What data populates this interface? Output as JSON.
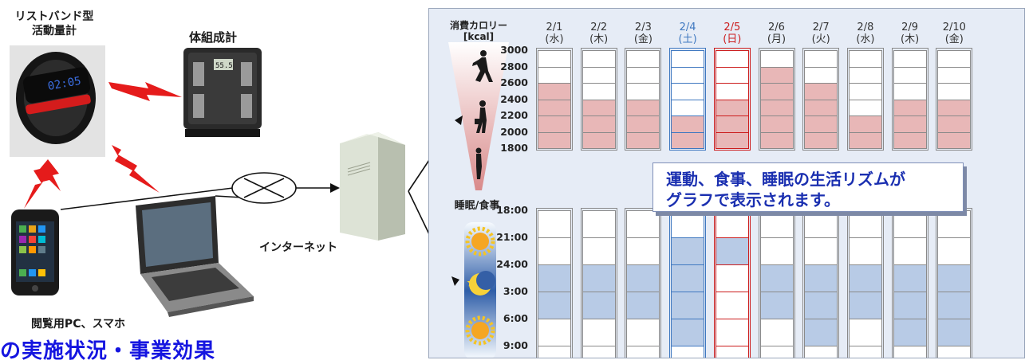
{
  "labels": {
    "wristband": "リストバンド型\n活動量計",
    "body_composition": "体組成計",
    "internet": "インターネット",
    "viewer": "閲覧用PC、スマホ",
    "wristband_display": "02:05",
    "scale_display": "55.5"
  },
  "bottom_title": "の実施状況・事業効果",
  "panel": {
    "calorie_title": "消費カロリー\n[kcal]",
    "sleep_title": "睡眠/食事",
    "callout": "運動、食事、睡眠の生活リズムが\nグラフで表示されます。"
  },
  "colors": {
    "calorie_fill": "#e8b7b7",
    "sleep_fill": "#b8cbe6",
    "sat_border": "#3f78c0",
    "sun_border": "#cc1d1d",
    "callout_text": "#1a2fb0",
    "title_blue": "#1515e0"
  },
  "chart_data": [
    {
      "type": "bar",
      "title": "消費カロリー [kcal]",
      "categories": [
        "2/1(水)",
        "2/2(木)",
        "2/3(金)",
        "2/4(土)",
        "2/5(日)",
        "2/6(月)",
        "2/7(火)",
        "2/8(水)",
        "2/9(木)",
        "2/10(金)"
      ],
      "days": [
        {
          "date": "2/1",
          "dow": "(水)",
          "kind": "weekday"
        },
        {
          "date": "2/2",
          "dow": "(木)",
          "kind": "weekday"
        },
        {
          "date": "2/3",
          "dow": "(金)",
          "kind": "weekday"
        },
        {
          "date": "2/4",
          "dow": "(土)",
          "kind": "sat"
        },
        {
          "date": "2/5",
          "dow": "(日)",
          "kind": "sun"
        },
        {
          "date": "2/6",
          "dow": "(月)",
          "kind": "weekday"
        },
        {
          "date": "2/7",
          "dow": "(火)",
          "kind": "weekday"
        },
        {
          "date": "2/8",
          "dow": "(水)",
          "kind": "weekday"
        },
        {
          "date": "2/9",
          "dow": "(木)",
          "kind": "weekday"
        },
        {
          "date": "2/10",
          "dow": "(金)",
          "kind": "weekday"
        }
      ],
      "values": [
        2600,
        2400,
        2400,
        2200,
        2400,
        2800,
        2600,
        2200,
        2400,
        2400
      ],
      "ylim": [
        1800,
        3000
      ],
      "yticks": [
        "3000",
        "2800",
        "2600",
        "2400",
        "2200",
        "2000",
        "1800"
      ]
    },
    {
      "type": "heatmap",
      "title": "睡眠/食事",
      "yticks": [
        "18:00",
        "21:00",
        "24:00",
        "3:00",
        "6:00",
        "9:00"
      ],
      "slots": 6,
      "sleep_slots": [
        [
          2,
          3
        ],
        [
          2,
          3
        ],
        [
          2,
          3
        ],
        [
          1,
          2,
          3,
          4
        ],
        [
          1
        ],
        [
          2,
          3
        ],
        [
          2,
          3,
          4
        ],
        [
          2,
          3
        ],
        [
          2,
          3,
          4
        ],
        [
          2,
          3,
          4
        ]
      ]
    }
  ]
}
